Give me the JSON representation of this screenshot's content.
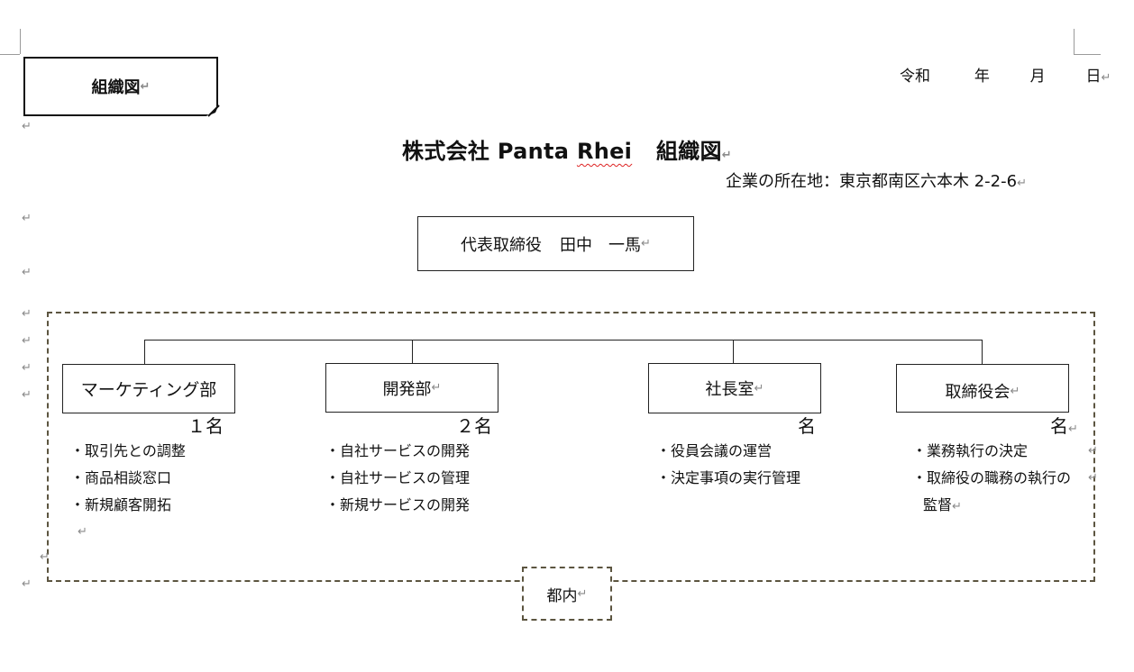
{
  "header": {
    "label": "組織図",
    "date": {
      "era": "令和",
      "year": "年",
      "month": "月",
      "day": "日"
    }
  },
  "title": {
    "company": "株式会社",
    "name_part1": "Panta",
    "name_part2": "Rhei",
    "suffix": "組織図"
  },
  "address": "企業の所在地：東京都南区六本木 2-2-6",
  "ceo": {
    "role": "代表取締役",
    "name": "田中　一馬"
  },
  "departments": [
    {
      "name": "マーケティング部",
      "count": "１名",
      "duties": [
        "・取引先との調整",
        "・商品相談窓口",
        "・新規顧客開拓"
      ]
    },
    {
      "name": "開発部",
      "count": "２名",
      "duties": [
        "・自社サービスの開発",
        "・自社サービスの管理",
        "・新規サービスの開発"
      ]
    },
    {
      "name": "社長室",
      "count": "名",
      "duties": [
        "・役員会議の運営",
        "・決定事項の実行管理"
      ]
    },
    {
      "name": "取締役会",
      "count": "名",
      "duties": [
        "・業務執行の決定",
        "・取締役の職務の執行の",
        "監督"
      ]
    }
  ],
  "location_label": "都内",
  "paragraph_mark": "↵"
}
